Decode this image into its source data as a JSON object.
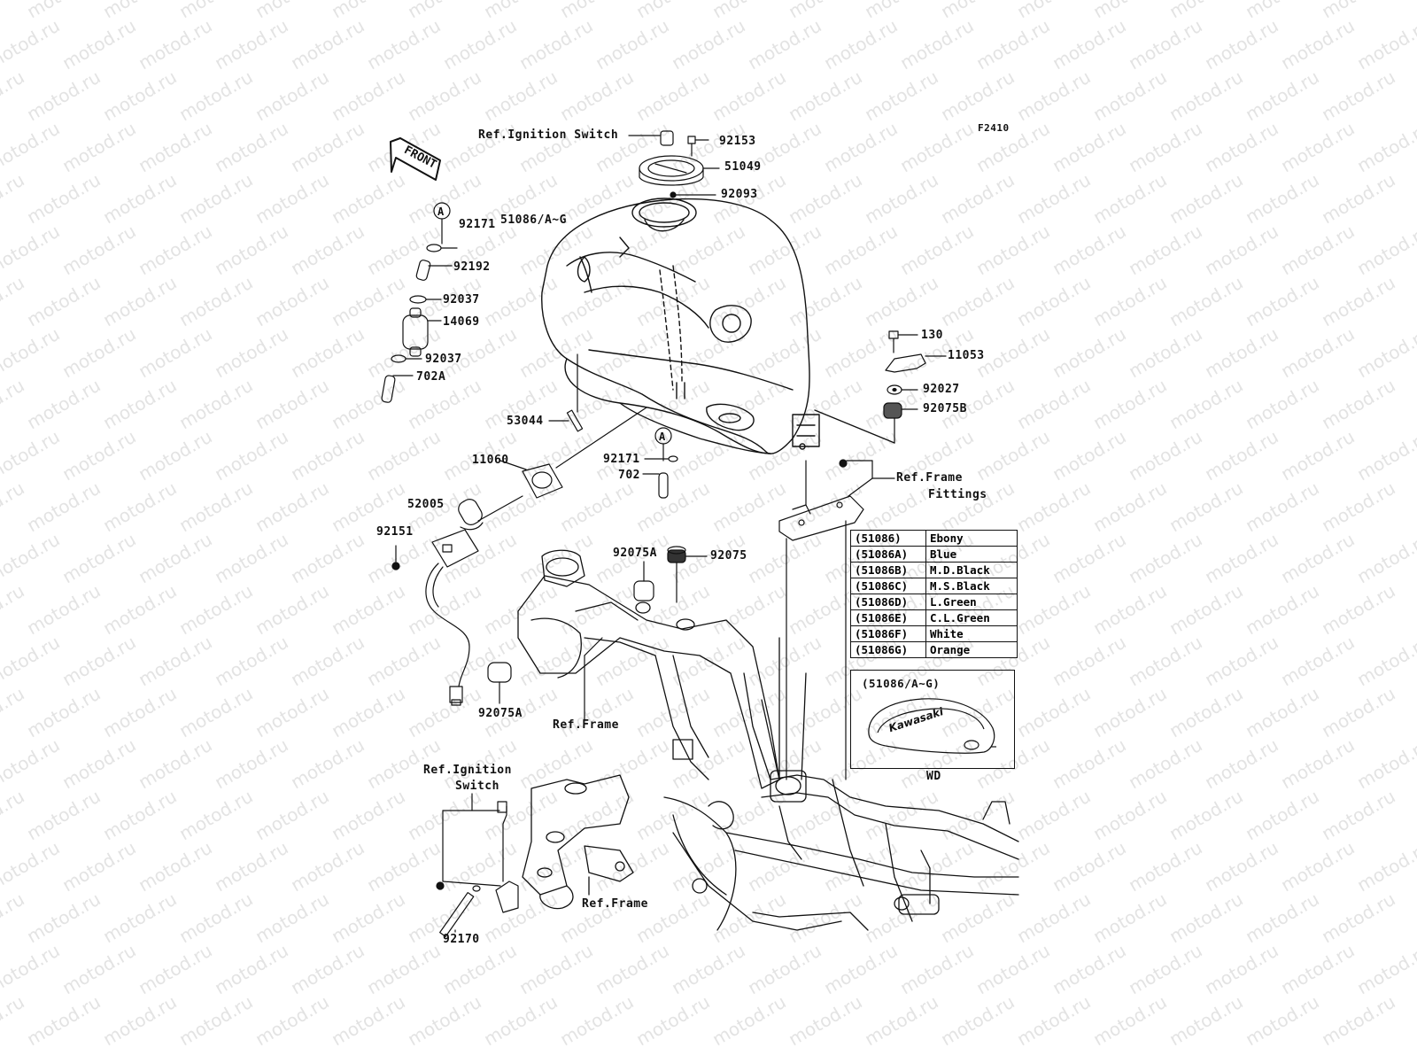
{
  "diagram": {
    "figure_code": "F2410",
    "watermark_text": "motod.ru",
    "front_arrow_label": "FRONT",
    "callout_a_letter": "A",
    "part_labels": {
      "ref_ignition_switch_top": "Ref.Ignition Switch",
      "p92153": "92153",
      "p51049": "51049",
      "p92093": "92093",
      "p51086_ag": "51086/A~G",
      "p92171_a": "92171",
      "p92192": "92192",
      "p92037_a": "92037",
      "p14069": "14069",
      "p92037_b": "92037",
      "p702a": "702A",
      "p53044": "53044",
      "p11060": "11060",
      "p92171_b": "92171",
      "p702": "702",
      "p52005": "52005",
      "p92151": "92151",
      "p92075a_top": "92075A",
      "p92075": "92075",
      "p92075a_bottom": "92075A",
      "ref_frame_mid": "Ref.Frame",
      "p130": "130",
      "p11053": "11053",
      "p92027": "92027",
      "p92075b": "92075B",
      "ref_frame_fittings_1": "Ref.Frame",
      "ref_frame_fittings_2": "Fittings",
      "ref_ignition_switch_bottom_1": "Ref.Ignition",
      "ref_ignition_switch_bottom_2": "Switch",
      "p92170": "92170",
      "ref_frame_bottom": "Ref.Frame"
    },
    "color_table": [
      {
        "code": "(51086)",
        "name": "Ebony"
      },
      {
        "code": "(51086A)",
        "name": "Blue"
      },
      {
        "code": "(51086B)",
        "name": "M.D.Black"
      },
      {
        "code": "(51086C)",
        "name": "M.S.Black"
      },
      {
        "code": "(51086D)",
        "name": "L.Green"
      },
      {
        "code": "(51086E)",
        "name": "C.L.Green"
      },
      {
        "code": "(51086F)",
        "name": "White"
      },
      {
        "code": "(51086G)",
        "name": "Orange"
      }
    ],
    "inset": {
      "title": "(51086/A~G)",
      "decal_text": "Kawasaki",
      "caption": "WD"
    }
  }
}
